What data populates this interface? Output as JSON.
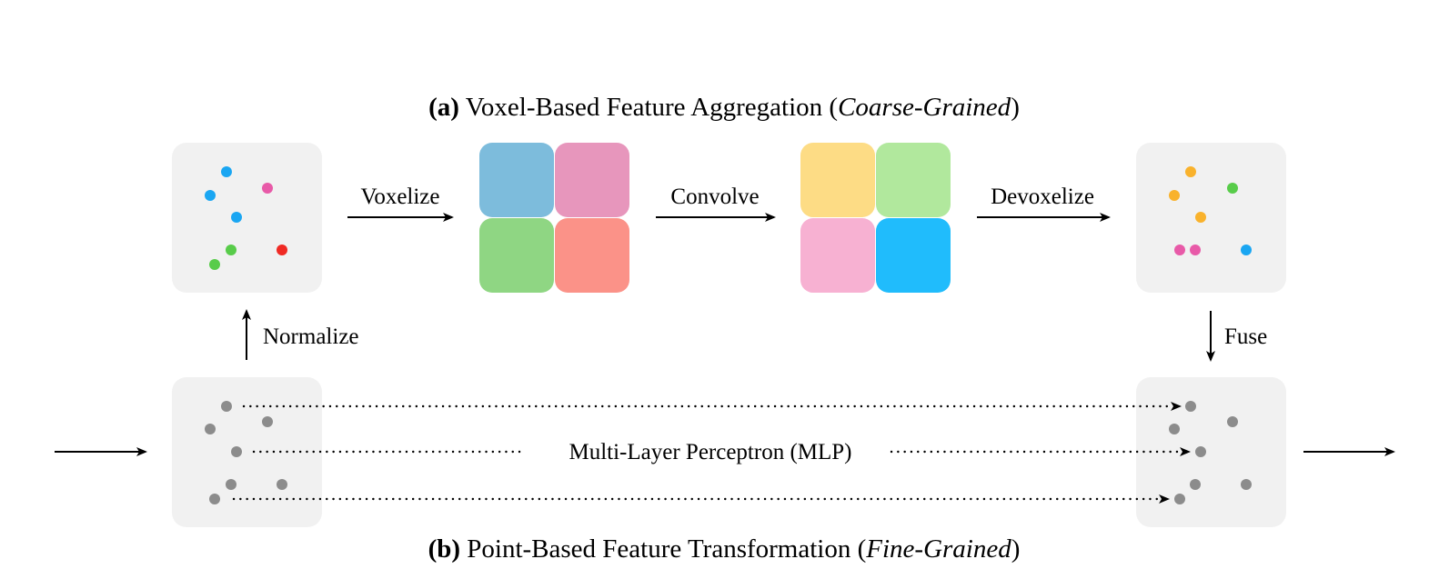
{
  "caption_top": {
    "tag": "(a)",
    "text": "Voxel-Based Feature Aggregation (",
    "emphasis": "Coarse-Grained",
    "close": ")"
  },
  "caption_bottom": {
    "tag": "(b)",
    "text": "Point-Based Feature Transformation (",
    "emphasis": "Fine-Grained",
    "close": ")"
  },
  "steps": {
    "voxelize": "Voxelize",
    "convolve": "Convolve",
    "devoxelize": "Devoxelize",
    "normalize": "Normalize",
    "fuse": "Fuse",
    "mlp": "Multi-Layer Perceptron (MLP)"
  },
  "colors": {
    "panel": "#f1f1f1",
    "point_gray": "#8c8c8c",
    "blue": "#1aa6f2",
    "pink": "#e85aa8",
    "green": "#58cc4a",
    "red": "#f02a24",
    "orange": "#f9b22c",
    "voxel_grid_1": [
      "#7dbcdc",
      "#e796bc",
      "#8fd683",
      "#fb9288"
    ],
    "voxel_grid_2": [
      "#fddc85",
      "#b1e89d",
      "#f7b1d2",
      "#20bcfc"
    ]
  }
}
